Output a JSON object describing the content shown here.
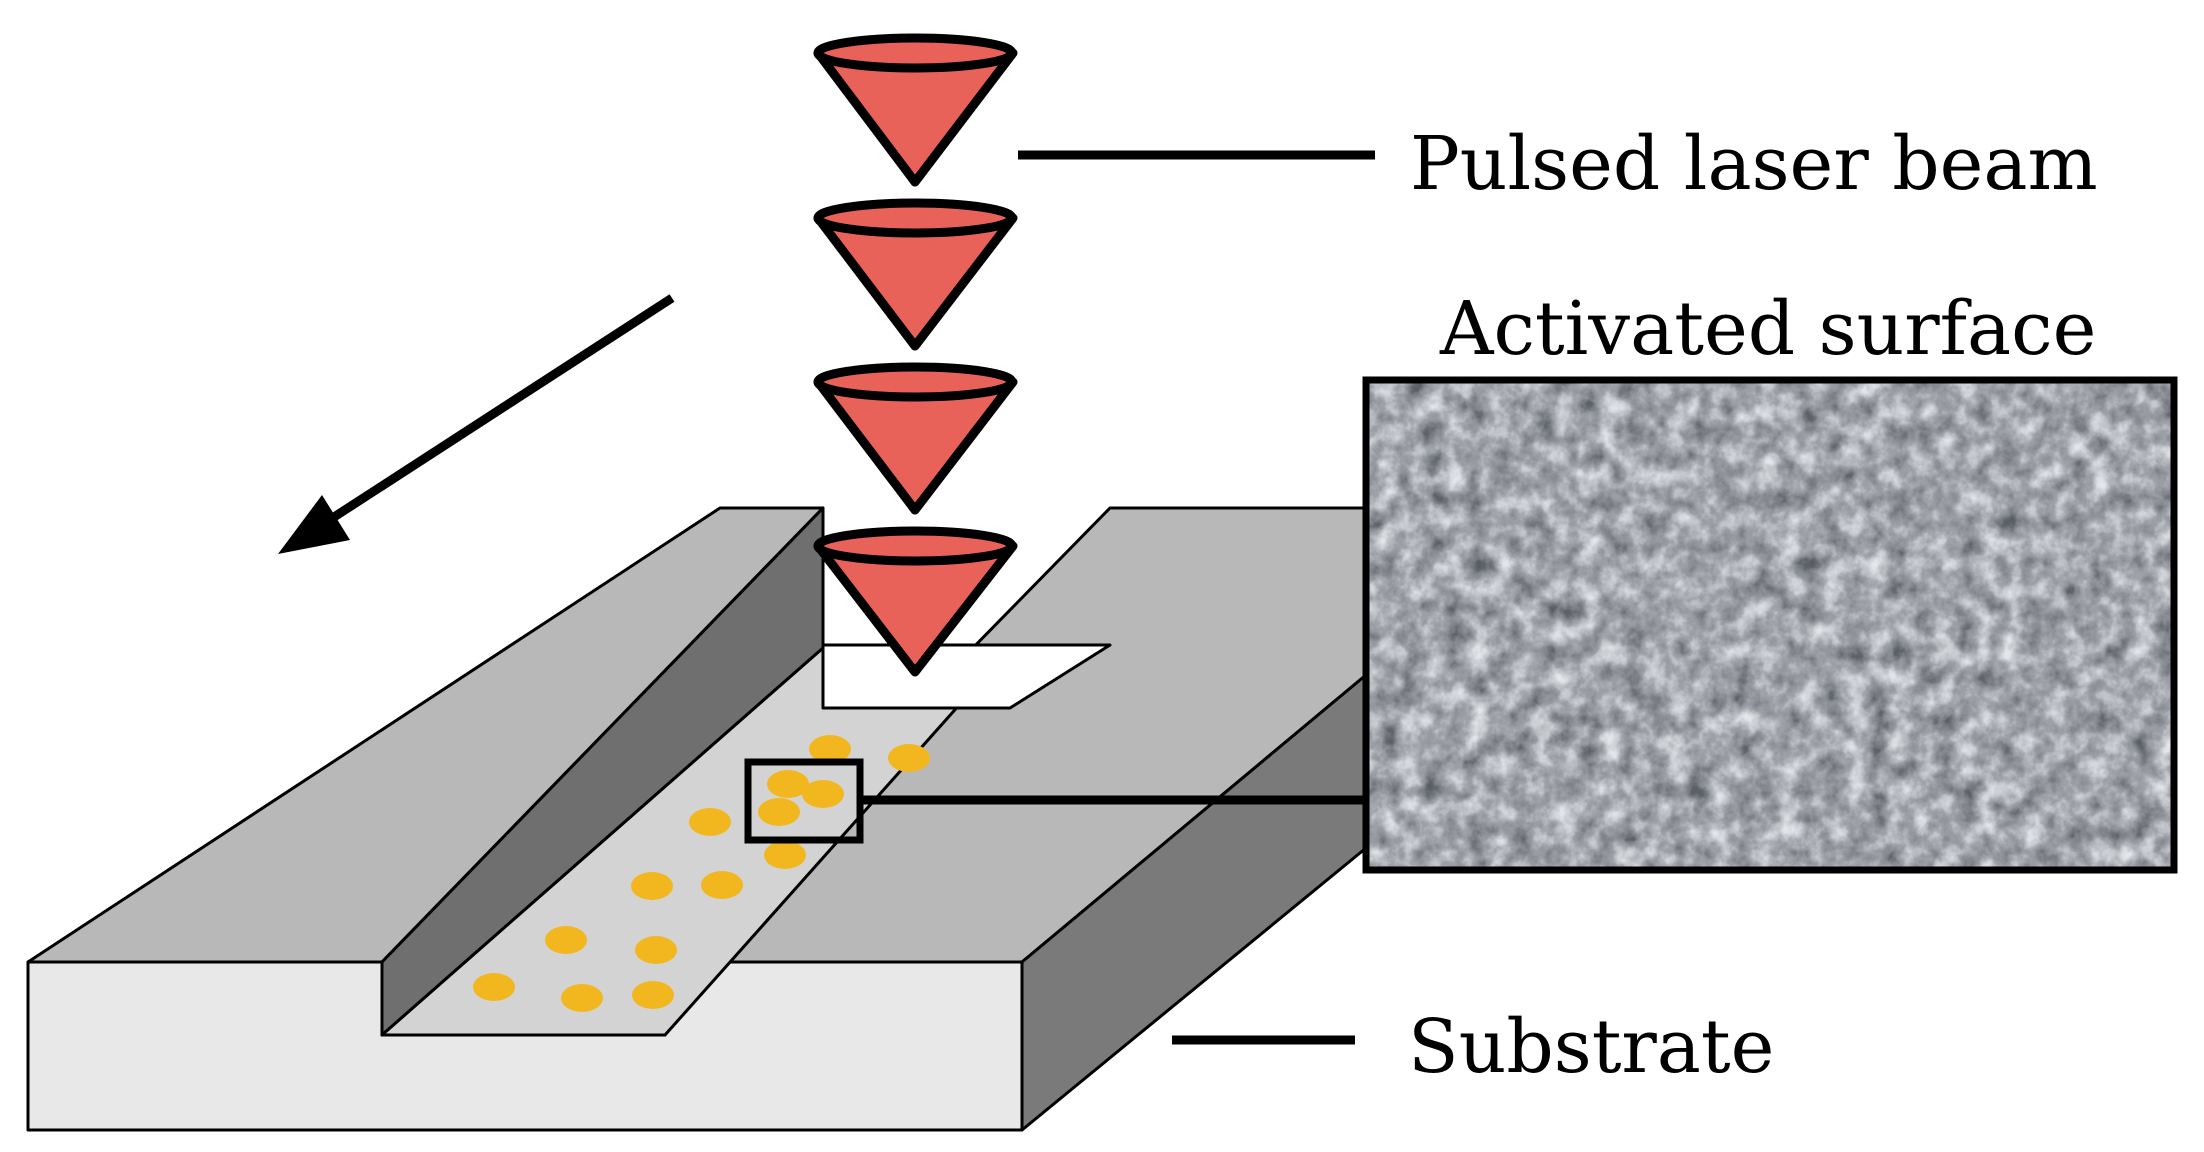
{
  "labels": {
    "laser": "Pulsed laser beam",
    "activated": "Activated surface",
    "substrate": "Substrate"
  },
  "colors": {
    "cone": "#e8625a",
    "substrate_top": "#b8b8b8",
    "substrate_front": "#e8e8e8",
    "substrate_side": "#7a7a7a",
    "channel_wall": "#6f6f6f",
    "channel_floor": "#d3d3d3",
    "particles": "#f2b71f",
    "outline": "#000000"
  },
  "icons": {
    "cone_count": 4,
    "motion_arrow": "arrow-down-left-icon"
  }
}
